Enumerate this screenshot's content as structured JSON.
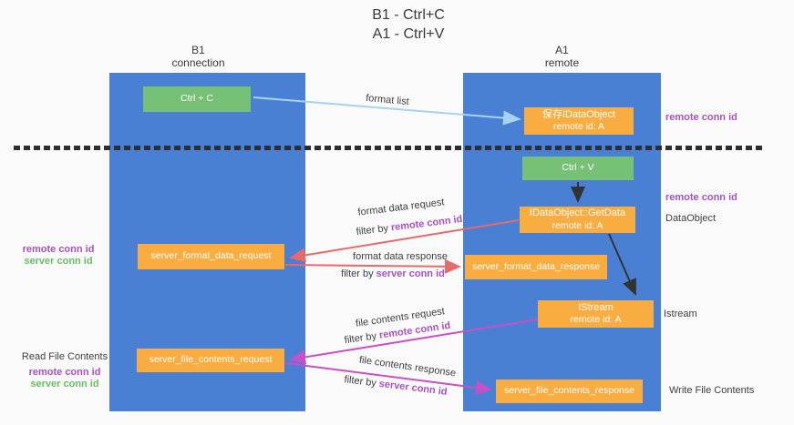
{
  "title": {
    "line1": "B1 - Ctrl+C",
    "line2": "A1 - Ctrl+V"
  },
  "lanes": {
    "left": {
      "name": "B1",
      "subtitle": "connection"
    },
    "right": {
      "name": "A1",
      "subtitle": "remote"
    }
  },
  "boxes": {
    "ctrl_c": {
      "label": "Ctrl + C"
    },
    "save_idataobject": {
      "line1": "保存IDataObject",
      "line2": "remote id: A"
    },
    "ctrl_v": {
      "label": "Ctrl + V"
    },
    "getdata": {
      "line1": "IDataObject::GetData",
      "line2": "remote id: A"
    },
    "format_request": {
      "label": "server_format_data_request"
    },
    "format_response": {
      "label": "server_format_data_response"
    },
    "istream": {
      "line1": "IStream",
      "line2": "remote id: A"
    },
    "file_request": {
      "label": "server_file_contents_request"
    },
    "file_response": {
      "label": "server_file_contents_response"
    }
  },
  "arrow_labels": {
    "format_list": "format list",
    "filter_prefix": "filter by ",
    "format_request": "format data request",
    "format_request_key": "remote conn id",
    "format_response": "format data response",
    "format_response_key": "server conn id",
    "file_request": "file contents request",
    "file_request_key": "remote conn id",
    "file_response": "file contents response",
    "file_response_key": "server conn id"
  },
  "side_labels": {
    "right_top_conn": "remote conn id",
    "right_mid_conn": "remote conn id",
    "right_dataobject": "DataObject",
    "right_istream": "Istream",
    "right_write": "Write File Contents",
    "left_mid_remote": "remote conn id",
    "left_mid_server": "server conn id",
    "left_read": "Read File Contents",
    "left_bottom_remote": "remote conn id",
    "left_bottom_server": "server conn id"
  },
  "colors": {
    "lane_blue": "#4a80d4",
    "box_green": "#77c177",
    "box_orange": "#f9ac40",
    "arrow_lightblue": "#a5d3f1",
    "arrow_red": "#e56a6a",
    "arrow_magenta": "#c750c7",
    "arrow_black": "#333333",
    "text_purple": "#a652c0",
    "text_green": "#67bd67"
  }
}
